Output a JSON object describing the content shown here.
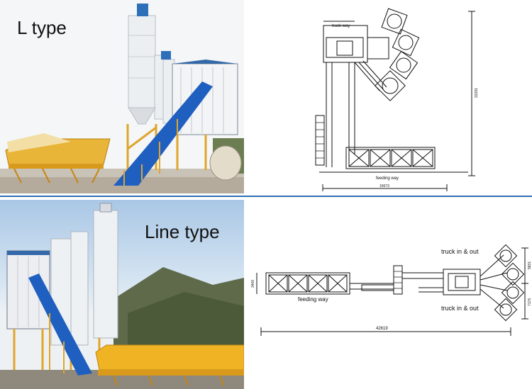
{
  "labels": {
    "l_type": "L type",
    "line_type": "Line type"
  },
  "top_drawing": {
    "truck_way": "truck way",
    "feeding_way": "feeding way",
    "dim_width": "16673",
    "dim_height": "22291"
  },
  "bottom_drawing": {
    "truck_in_out_top": "truck in & out",
    "truck_in_out_bottom": "truck in & out",
    "feeding_way": "feeding way",
    "dim_total": "42619",
    "dim_left": "3400",
    "dim_right_top": "5831",
    "dim_right_bottom": "7176"
  },
  "colors": {
    "divider": "#2f6fb2",
    "conveyor_blue": "#1f5fbf",
    "hopper_yellow": "#f0b323"
  }
}
